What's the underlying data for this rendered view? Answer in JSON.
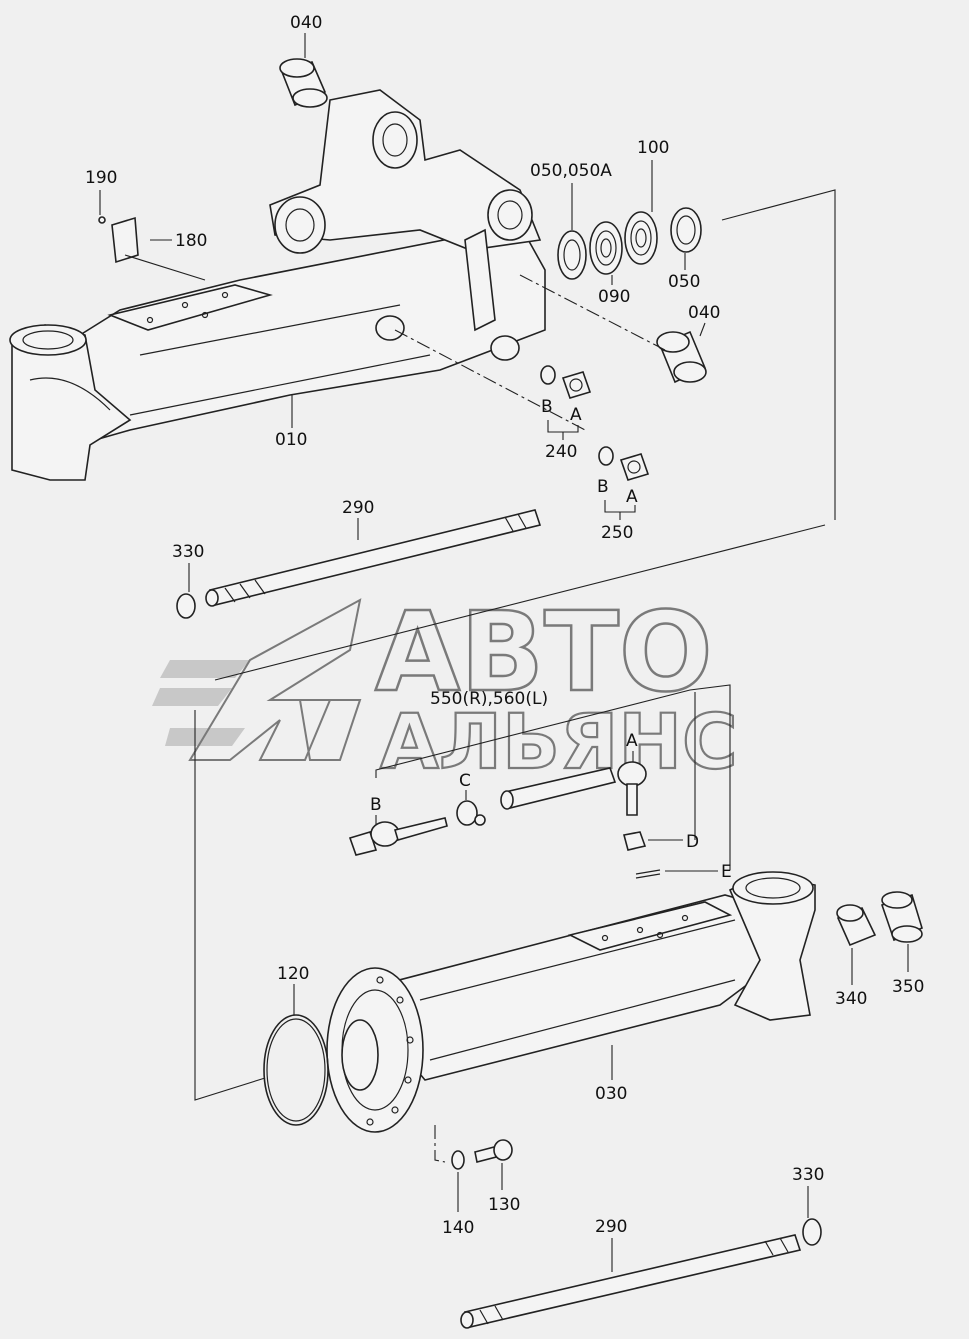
{
  "watermark": {
    "line1": "АВТО",
    "line2": "АЛЬЯНС"
  },
  "parts": {
    "p040_top": "040",
    "p190": "190",
    "p180": "180",
    "p050_050A": "050,050A",
    "p100": "100",
    "p090": "090",
    "p050": "050",
    "p040_right": "040",
    "p010": "010",
    "p240": "240",
    "p240_B": "B",
    "p240_A": "A",
    "p250": "250",
    "p250_B": "B",
    "p250_A": "A",
    "p290_top": "290",
    "p330_top": "330",
    "p550_560": "550(R),560(L)",
    "tie_A": "A",
    "tie_B": "B",
    "tie_C": "C",
    "tie_D": "D",
    "tie_E": "E",
    "p340": "340",
    "p350": "350",
    "p120": "120",
    "p030": "030",
    "p130": "130",
    "p140": "140",
    "p330_bottom": "330",
    "p290_bottom": "290"
  },
  "colors": {
    "background": "#f0f0f0",
    "line": "#222222",
    "watermark": "#7a7a7a"
  }
}
